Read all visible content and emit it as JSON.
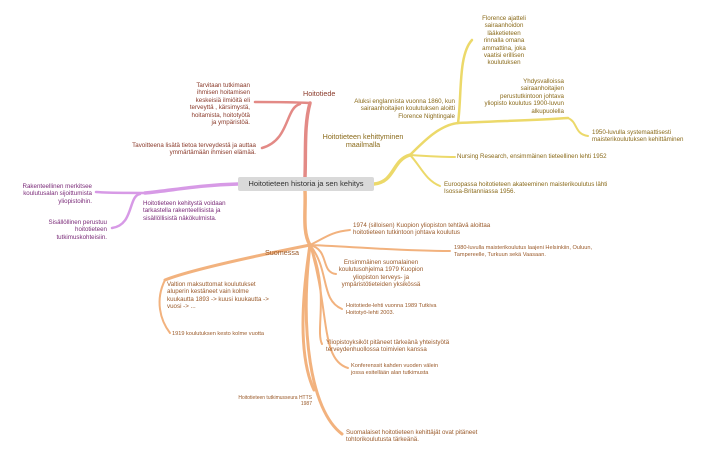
{
  "root": "Hoitotieteen historia ja sen kehitys",
  "colors": {
    "red": "#e38a86",
    "purple": "#d79ae6",
    "yellow": "#ecd96a",
    "orange": "#f2b27e"
  },
  "branches": {
    "hoitotiede": {
      "title": "Hoitotiede",
      "n1": "Tarvitaan tutkimaan\nihmisen hoitamisen\nkeskeisiä ilmiöitä eli\nterveyttä , kärsimystä,\nhoitamista, hoitotyötä\nja ympäristöä.",
      "n2": "Tavoitteena lisätä tietoa terveydestä ja auttaa\nymmärtämään ihmisen elämää."
    },
    "purple": {
      "n1": "Rakenteellinen merkitsee\nkoulutusalan sijoittumista\nyliopistoihin.",
      "n2": "Sisällöllinen perustuu\nhoitotieteen\ntutkimuskohteisiin.",
      "n3": "Hoitotieteen kehitystä voidaan\ntarkastella rakenteellisista ja\nsisällöllisistä näkökulmista."
    },
    "maailma": {
      "title": "Hoitotieteen kehittyminen\nmaailmalla",
      "n1": "Aluksi englannista vuonna 1860, kun\nsairaanhoitajien koulutuksen aloitti\nFlorence Nightingale",
      "n2": "Florence ajatteli\nsairaanhoidon\nlääketieteen\nrinnalla omana\nammattina, joka\nvaatisi erillisen\nkoulutuksen",
      "n3": "Yhdysvalloissa\nsairaanhoitajien\nperustutkintoon johtava\nyliopisto koulutus 1900-luvun\nalkupuolella",
      "n4": "1950-luvulla systemaattisesti\nmaisterikoulutuksen kehittäminen",
      "n5": "Nursing Research, ensimmäinen tieteellinen lehti 1952",
      "n6": "Euroopassa hoitotieteen akateeminen maisterikoulutus lähti\nIsossa-Britanniassa 1956."
    },
    "suomessa": {
      "title": "Suomessa",
      "n1": "1974 (silloisen) Kuopion yliopiston tehtävä aloittaa\nhoitotieteen tutkintoon johtava koulutus",
      "n2": "1980-luvulla maisterikoulutus laajeni Helsinkiin, Ouluun,\nTampereelle, Turkuun sekä Vaasaan.",
      "n3": "Ensimmäinen suomalainen\nkoulutusohjelma 1979 Kuopion\nyliopiston terveys- ja\nympäristötieteiden yksikössä",
      "n4": "Valtion maksuttomat koulutukset\naluperin kestäneet vain kolme\nkuukautta 1893 -> kuusi kuukautta ->\nvuosi -> ...",
      "n5": "1919 koulutuksen kesto kolme vuotta",
      "n6": "Hoitotiede-lehti vuonna 1989 Tutkiva\nHoitotyö-lehti 2003.",
      "n7": "Yliopistoyksiköt pitäneet tärkeänä yhteistyötä\nterveydenhuollossa toimivien kanssa",
      "n8": "Konferenssit kahden vuoden välein\njossa esitellään alan tutkimusta",
      "n9": "Hoitotieteen tutkimusseura HTTS\n1987",
      "n10": "Suomalaiset hoitotieteen kehittäjät ovat pitäneet\ntohtorikoulutusta tärkeänä."
    }
  }
}
